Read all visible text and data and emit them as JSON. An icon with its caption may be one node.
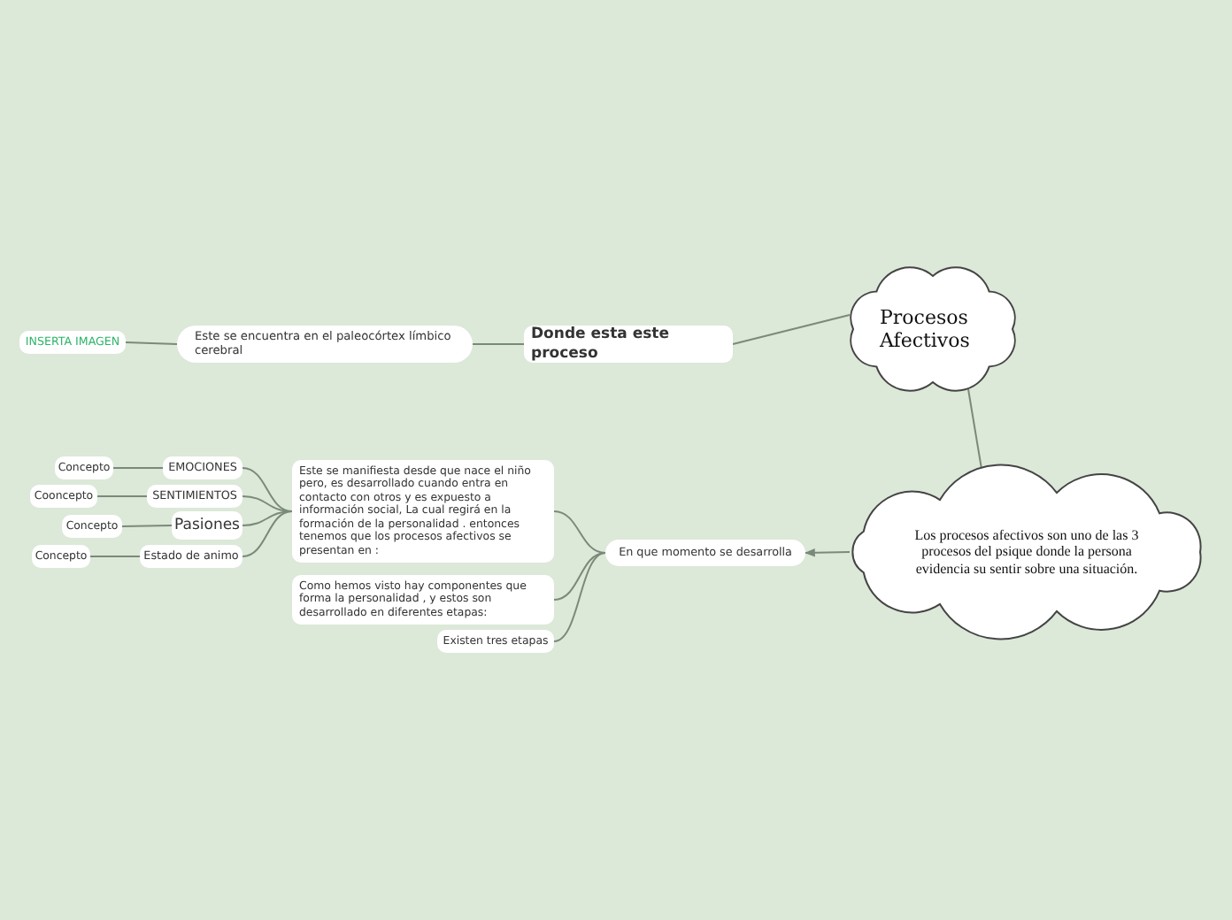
{
  "diagram": {
    "nodes": [
      {
        "text": [
          "Procesos Afectivos"
        ]
      },
      {
        "text": [
          "Donde esta este proceso"
        ]
      },
      {
        "text": [
          "Este se encuentra en el paleocórtex límbico cerebral"
        ]
      },
      {
        "text": [
          "INSERTA IMAGEN"
        ]
      },
      {
        "text": [
          "Los procesos afectivos son uno de las 3 procesos del psique donde la persona evidencia su sentir sobre una situación."
        ]
      },
      {
        "text": [
          "En que momento se desarrolla"
        ]
      },
      {
        "text": [
          "Este se manifiesta desde que nace el niño pero, es desarrollado cuando entra en contacto con otros y es expuesto a información social, La cual regirá en la formación de la personalidad . entonces tenemos que los procesos afectivos se presentan en :"
        ]
      },
      {
        "text": [
          "Como hemos visto hay componentes que forma la personalidad , y estos son desarrollado en diferentes etapas:"
        ]
      },
      {
        "text": [
          "Existen tres etapas"
        ]
      },
      {
        "text": [
          "EMOCIONES"
        ]
      },
      {
        "text": [
          "SENTIMIENTOS"
        ]
      },
      {
        "text": [
          "Pasiones"
        ]
      },
      {
        "text": [
          "Estado de animo"
        ]
      },
      {
        "text": [
          "Concepto"
        ]
      },
      {
        "text": [
          "Cooncepto"
        ]
      },
      {
        "text": [
          "Concepto"
        ]
      },
      {
        "text": [
          "Concepto"
        ]
      }
    ],
    "edges": [
      {
        "from": 0,
        "to": 1,
        "arrow": "none"
      },
      {
        "from": 1,
        "to": 2,
        "arrow": "none"
      },
      {
        "from": 2,
        "to": 3,
        "arrow": "none"
      },
      {
        "from": 0,
        "to": 4,
        "arrow": "none"
      },
      {
        "from": 4,
        "to": 5,
        "arrow": "to"
      },
      {
        "from": 5,
        "to": 6,
        "arrow": "none"
      },
      {
        "from": 5,
        "to": 7,
        "arrow": "none"
      },
      {
        "from": 5,
        "to": 8,
        "arrow": "none"
      },
      {
        "from": 6,
        "to": 9,
        "arrow": "none"
      },
      {
        "from": 6,
        "to": 10,
        "arrow": "none"
      },
      {
        "from": 6,
        "to": 11,
        "arrow": "none"
      },
      {
        "from": 6,
        "to": 12,
        "arrow": "none"
      },
      {
        "from": 9,
        "to": 13,
        "arrow": "none"
      },
      {
        "from": 10,
        "to": 14,
        "arrow": "none"
      },
      {
        "from": 11,
        "to": 15,
        "arrow": "none"
      },
      {
        "from": 12,
        "to": 16,
        "arrow": "none"
      }
    ]
  }
}
